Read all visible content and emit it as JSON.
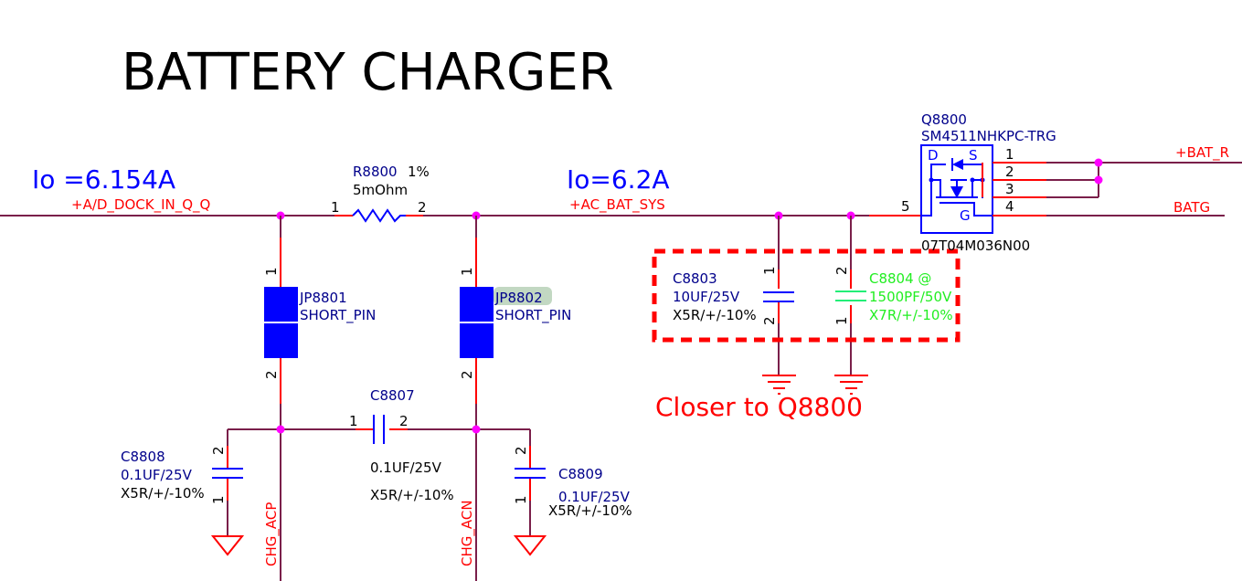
{
  "title": "BATTERY CHARGER",
  "annotations": {
    "io_left": "Io =6.154A",
    "io_right": "Io=6.2A",
    "closer_note": "Closer to Q8800"
  },
  "nets": {
    "dock_in": "+A/D_DOCK_IN_Q_Q",
    "ac_bat_sys": "+AC_BAT_SYS",
    "bat_r": "+BAT_R",
    "batg": "BATG",
    "chg_acp": "CHG_ACP",
    "chg_acn": "CHG_ACN"
  },
  "components": {
    "r8800": {
      "ref": "R8800",
      "tol": "1%",
      "value": "5mOhm",
      "pin1": "1",
      "pin2": "2"
    },
    "jp8801": {
      "ref": "JP8801",
      "value": "SHORT_PIN",
      "pin1": "1",
      "pin2": "2"
    },
    "jp8802": {
      "ref": "JP8802",
      "value": "SHORT_PIN",
      "pin1": "1",
      "pin2": "2"
    },
    "c8803": {
      "ref": "C8803",
      "value": "10UF/25V",
      "spec": "X5R/+/-10%",
      "pin1": "1",
      "pin2": "2"
    },
    "c8804": {
      "ref": "C8804 @",
      "value": "1500PF/50V",
      "spec": "X7R/+/-10%",
      "pin1": "1",
      "pin2": "2"
    },
    "c8807": {
      "ref": "C8807",
      "value": "0.1UF/25V",
      "spec": "X5R/+/-10%",
      "pin1": "1",
      "pin2": "2"
    },
    "c8808": {
      "ref": "C8808",
      "value": "0.1UF/25V",
      "spec": "X5R/+/-10%",
      "pin1": "1",
      "pin2": "2"
    },
    "c8809": {
      "ref": "C8809",
      "value": "0.1UF/25V",
      "spec": "X5R/+/-10%",
      "pin1": "1",
      "pin2": "2"
    },
    "q8800": {
      "ref": "Q8800",
      "part": "SM4511NHKPC-TRG",
      "partno": "07T04M036N00",
      "label_d": "D",
      "label_s": "S",
      "label_g": "G",
      "pins": [
        "1",
        "2",
        "3",
        "4",
        "5"
      ]
    }
  },
  "colors": {
    "wire": "#7a1f4a",
    "pin": "#ff0000",
    "symbol": "#0000ff",
    "junction": "#ff00ff",
    "net_label": "#ff0000",
    "highlight_box": "#ff0000",
    "dnp_green": "#22ee22"
  }
}
